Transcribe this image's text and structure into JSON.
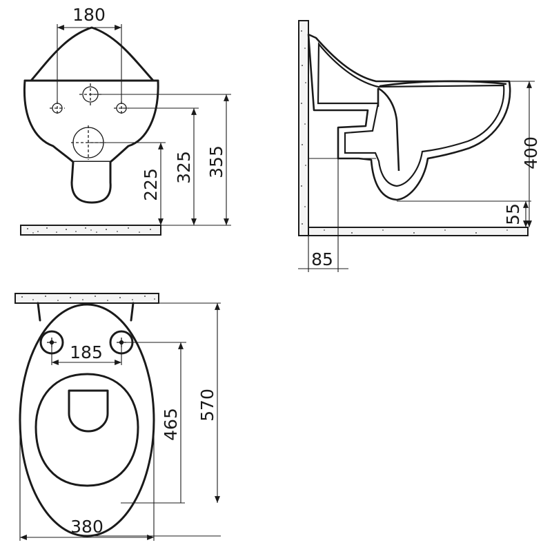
{
  "dimensions": {
    "front_view": {
      "bolt_spacing": "180",
      "height_upper_hole": "355",
      "height_lower_holes": "325",
      "height_drain": "225"
    },
    "side_view": {
      "rim_height": "400",
      "outlet_height": "55",
      "outlet_offset": "85"
    },
    "top_view": {
      "bolt_spacing": "185",
      "bolt_to_front": "465",
      "total_length": "570",
      "width": "380"
    }
  },
  "colors": {
    "line": "#1a1a1a",
    "background": "#ffffff",
    "concrete": "#f4f4f4"
  }
}
